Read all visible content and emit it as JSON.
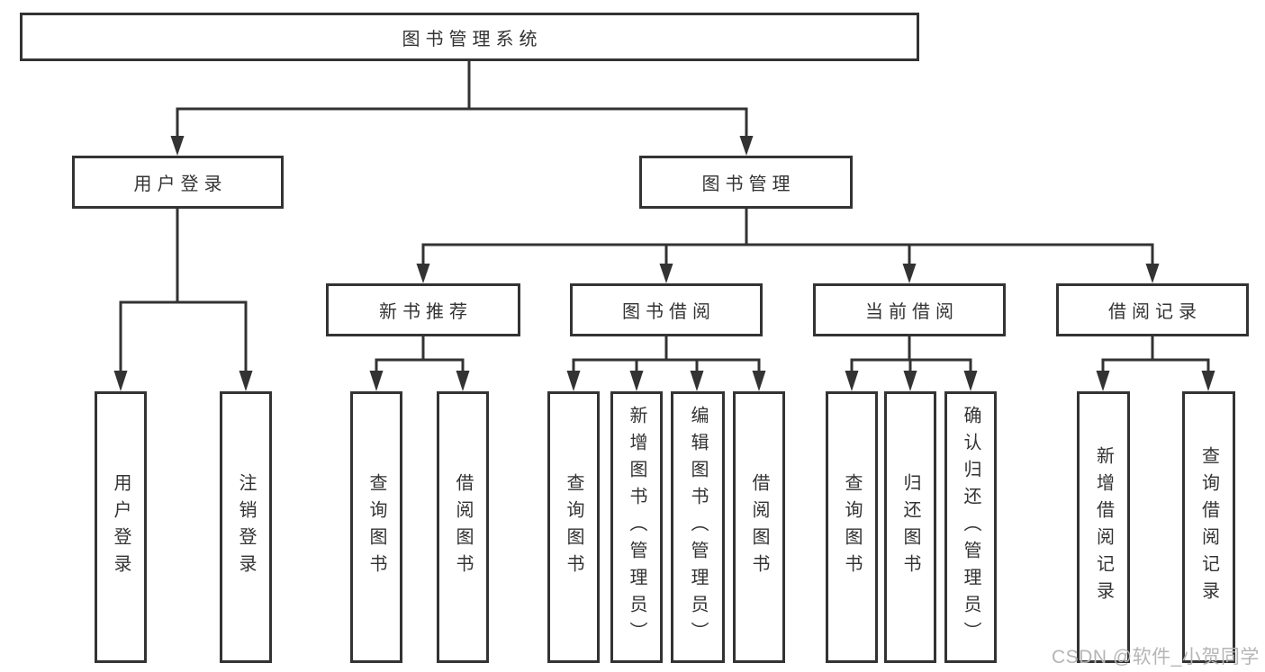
{
  "diagram": {
    "title": "图书管理系统",
    "level2": [
      {
        "label": "用户登录",
        "children": [
          "用户登录",
          "注销登录"
        ]
      },
      {
        "label": "图书管理",
        "groups": [
          {
            "label": "新书推荐",
            "children": [
              "查询图书",
              "借阅图书"
            ]
          },
          {
            "label": "图书借阅",
            "children": [
              "查询图书",
              "新增图书（管理员）",
              "编辑图书（管理员）",
              "借阅图书"
            ]
          },
          {
            "label": "当前借阅",
            "children": [
              "查询图书",
              "归还图书",
              "确认归还（管理员）"
            ]
          },
          {
            "label": "借阅记录",
            "children": [
              "新增借阅记录",
              "查询借阅记录"
            ]
          }
        ]
      }
    ]
  },
  "watermark": "CSDN @软件_小贺同学",
  "colors": {
    "line": "#333333",
    "box_border": "#333333",
    "text": "#333333",
    "watermark": "#b5b5b5",
    "background": "#ffffff"
  }
}
